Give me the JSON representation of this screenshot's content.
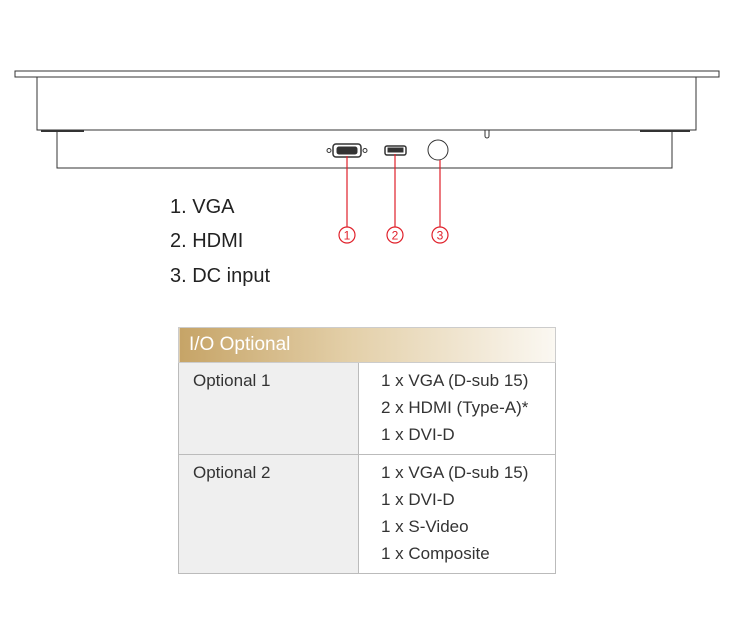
{
  "diagram": {
    "callouts": [
      "1",
      "2",
      "3"
    ],
    "legend": [
      "1. VGA",
      "2. HDMI",
      "3. DC input"
    ],
    "callout_color": "#e0202a"
  },
  "table": {
    "header": "I/O Optional",
    "rows": [
      {
        "label": "Optional 1",
        "values": [
          "1 x VGA (D-sub 15)",
          "2 x HDMI (Type-A)*",
          "1 x DVI-D"
        ]
      },
      {
        "label": "Optional 2",
        "values": [
          "1 x VGA (D-sub 15)",
          "1 x DVI-D",
          "1 x S-Video",
          "1 x Composite"
        ]
      }
    ]
  }
}
